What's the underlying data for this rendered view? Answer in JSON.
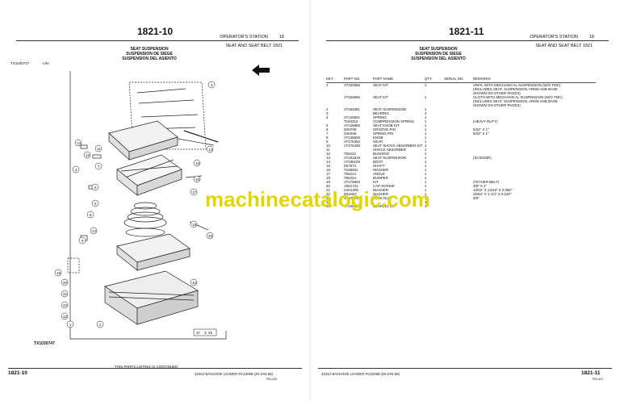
{
  "left": {
    "page_number": "1821-10",
    "header_section": "OPERATOR'S STATION",
    "header_group": "18",
    "header_sub": "SEAT AND SEAT BELT 1821",
    "titles": [
      "SEAT SUSPENSION",
      "SUSPENSION DE SIEGE",
      "SUSPENSION DEL ASIENTO"
    ],
    "image_ref": "TX1030747",
    "image_lang": "-UN-",
    "figure_label": "TX1030747",
    "callouts": [
      "1",
      "2",
      "3",
      "4",
      "5",
      "6",
      "7",
      "8",
      "9",
      "10",
      "11",
      "12",
      "13",
      "14",
      "15",
      "16",
      "17",
      "18",
      "19",
      "20",
      "21",
      "22",
      "23",
      "24",
      "25",
      "27",
      "3, 26"
    ],
    "footer_number": "1821-10",
    "footer_continued": "THIS PARTS LISTING IS CONTINUED",
    "footer_center": "310SJ BACKHOE LOADER   PC10068   (29-JAN-08)",
    "footer_small": "PN=420"
  },
  "right": {
    "page_number": "1821-11",
    "header_section": "OPERATOR'S STATION",
    "header_group": "18",
    "header_sub": "SEAT AND SEAT BELT 1821",
    "titles": [
      "SEAT SUSPENSION",
      "SUSPENSION DE SIEGE",
      "SUSPENSION DEL ASIENTO"
    ],
    "table": {
      "headers": [
        "KEY",
        "PART NO.",
        "PART NAME",
        "QTY.",
        "SERIAL NO.",
        "REMARKS"
      ],
      "rows": [
        [
          "1",
          "AT322955",
          "SEAT KIT",
          "1",
          "",
          "VINYL WITH MECHANICAL SUSPENSION (W/O TMC)"
        ],
        [
          "",
          "",
          "",
          "",
          "",
          "(INCLUDES SEAT, SUSPENSION, ARMS AND BASE"
        ],
        [
          "",
          "",
          "",
          "",
          "",
          "SHOWN ON OTHER PAGES)"
        ],
        [
          "",
          "AT322956",
          "SEAT KIT",
          "1",
          "",
          "CLOTH WITH MECHANICAL SUSPENSION (W/O TMC)"
        ],
        [
          "",
          "",
          "",
          "",
          "",
          "(INCLUDES SEAT, SUSPENSION, ARMS AND BASE"
        ],
        [
          "",
          "",
          "",
          "",
          "",
          "SHOWN ON OTHER PAGES)"
        ],
        [
          "2",
          "AT334381",
          "SEAT SUSPENSION",
          "1",
          "",
          ""
        ],
        [
          "3",
          "",
          "BEARING",
          "4",
          "",
          ""
        ],
        [
          "4",
          "AT125801",
          "SPRING",
          "1",
          "",
          ""
        ],
        [
          "",
          "T160315",
          "COMPRESSION SPRING",
          "1",
          "",
          "(HEAVY DUTY)"
        ],
        [
          "5",
          "AT125805",
          "SEAT KNOB KIT",
          "1",
          "",
          ""
        ],
        [
          "6",
          "20H709",
          "GROOVE PIN",
          "1",
          "",
          "5/32\" X 1\""
        ],
        [
          "7",
          "34H266",
          "SPRING PIN",
          "1",
          "",
          "5/32\" X 1\""
        ],
        [
          "8",
          "AT125829",
          "KNOB",
          "1",
          "",
          ""
        ],
        [
          "9",
          "AT175353",
          "GEAR",
          "1",
          "",
          ""
        ],
        [
          "10",
          "AT175436",
          "SEAT SHOCK ABSORBER KIT",
          "1",
          "",
          ""
        ],
        [
          "11",
          "",
          "SHOCK ABSORBER",
          "1",
          "",
          ""
        ],
        [
          "12",
          "T55222",
          "BUSHING",
          "1",
          "",
          ""
        ],
        [
          "13",
          "AT191819",
          "SEAT SUSPENSION",
          "1",
          "",
          "(SCISSOR)"
        ],
        [
          "14",
          "AT335109",
          "BOOT",
          "1",
          "",
          ""
        ],
        [
          "15",
          "E67574",
          "SHAFT",
          "1",
          "",
          ""
        ],
        [
          "16",
          "T158481",
          "WASHER",
          "1",
          "",
          ""
        ],
        [
          "17",
          "T55214",
          "ANGLE",
          "1",
          "",
          ""
        ],
        [
          "18",
          "T55224",
          "BUMPER",
          "1",
          "",
          ""
        ],
        [
          "19",
          "AT179693",
          "KIT",
          "1",
          "",
          "(TETHER BELT)"
        ],
        [
          "20",
          "19H1721",
          "CAP SCREW",
          "1",
          "",
          "3/8\" X 1\""
        ],
        [
          "21",
          "24H1305",
          "WASHER",
          "1",
          "",
          "13/32\" X 13/16\" X 0.065\""
        ],
        [
          "22",
          "M13457",
          "WASHER",
          "1",
          "",
          "25/64\" X 1-1/4\" X 0.120\""
        ],
        [
          "23",
          "14M7300",
          "LOCK NUT",
          "1",
          "",
          "3/8\""
        ],
        [
          "24",
          "",
          "",
          "1",
          "",
          ""
        ],
        [
          "25",
          "AT106307",
          "BEARING KIT",
          "1",
          "",
          ""
        ]
      ]
    },
    "footer_number": "1821-11",
    "footer_center": "310SJ BACKHOE LOADER   PC10068   (29-JAN-08)",
    "footer_small": "PN=421"
  },
  "watermark": "machinecatalogic.com",
  "watermark_color": "#e3d600",
  "arrow_icon": "arrow-left-icon"
}
